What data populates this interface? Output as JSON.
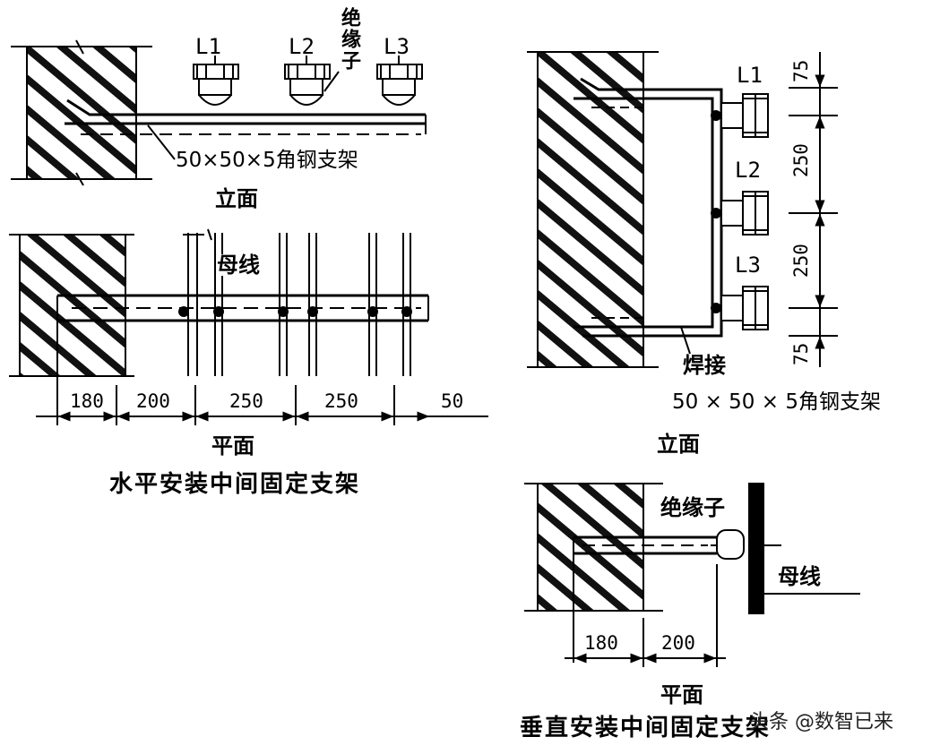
{
  "left_elevation": {
    "phases": [
      "L1",
      "L2",
      "L3"
    ],
    "insulator_label": "绝缘子",
    "bracket_label": "50×50×5角钢支架",
    "view_label": "立面"
  },
  "left_plan": {
    "busbar_label": "母线",
    "dimensions": [
      "180",
      "200",
      "250",
      "250",
      "50"
    ],
    "view_label": "平面",
    "caption": "水平安装中间固定支架"
  },
  "right_elevation": {
    "phases": [
      "L1",
      "L2",
      "L3"
    ],
    "dimensions": [
      "75",
      "250",
      "250",
      "75"
    ],
    "weld_label": "焊接",
    "bracket_label": "50 × 50 × 5角钢支架",
    "view_label": "立面"
  },
  "right_plan": {
    "insulator_label": "绝缘子",
    "busbar_label": "母线",
    "dimensions": [
      "180",
      "200"
    ],
    "view_label": "平面",
    "caption": "垂直安装中间固定支架"
  },
  "watermark": "头条 @数智已来"
}
